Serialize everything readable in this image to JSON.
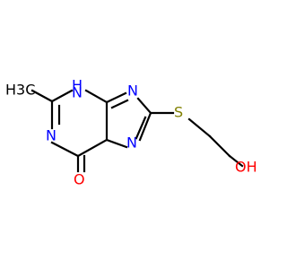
{
  "molecule": {
    "atoms": {
      "ch3": {
        "label": "H3C",
        "color": "#000000"
      },
      "nh": {
        "label": "H",
        "color": "#0000ff"
      },
      "n_nh": {
        "label": "N",
        "color": "#0000ff"
      },
      "n_left": {
        "label": "N",
        "color": "#0000ff"
      },
      "n7": {
        "label": "N",
        "color": "#0000ff"
      },
      "n9": {
        "label": "N",
        "color": "#0000ff"
      },
      "s": {
        "label": "S",
        "color": "#808000"
      },
      "o": {
        "label": "O",
        "color": "#ff0000"
      },
      "oh": {
        "label": "OH",
        "color": "#ff0000"
      }
    }
  }
}
